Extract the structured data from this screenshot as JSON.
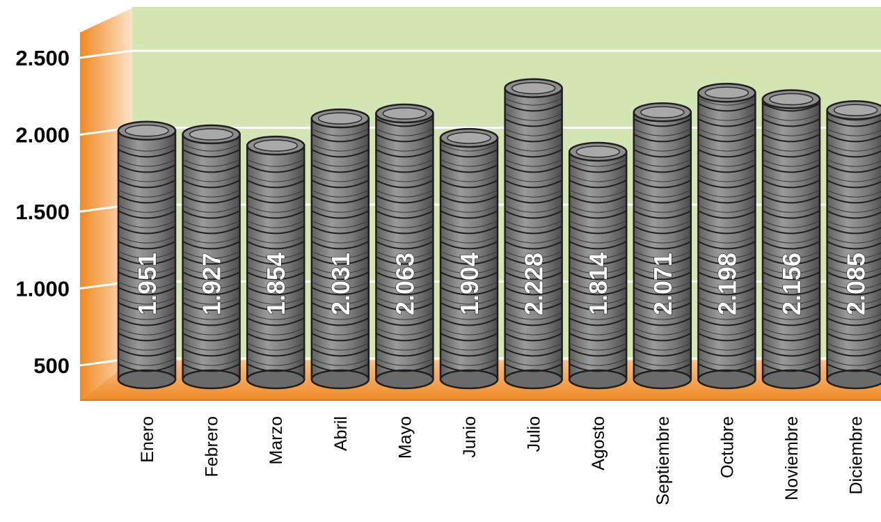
{
  "chart_data": {
    "type": "bar",
    "categories": [
      "Enero",
      "Febrero",
      "Marzo",
      "Abril",
      "Mayo",
      "Junio",
      "Julio",
      "Agosto",
      "Septiembre",
      "Octubre",
      "Noviembre",
      "Diciembre"
    ],
    "values": [
      1951,
      1927,
      1854,
      2031,
      2063,
      1904,
      2228,
      1814,
      2071,
      2198,
      2156,
      2085
    ],
    "value_labels": [
      "1.951",
      "1.927",
      "1.854",
      "2.031",
      "2.063",
      "1.904",
      "2.228",
      "1.814",
      "2.071",
      "2.198",
      "2.156",
      "2.085"
    ],
    "title": "",
    "xlabel": "",
    "ylabel": "",
    "yticks": [
      500,
      1000,
      1500,
      2000,
      2500
    ],
    "ytick_labels": [
      "500",
      "1.000",
      "1.500",
      "2.000",
      "2.500"
    ],
    "ylim": [
      250,
      2850
    ],
    "grid": true,
    "legend": "none",
    "colors": {
      "wall": "#d4e5b4",
      "floor": "#f29a3a",
      "side_wall": "#f6a55a",
      "coin_face": "#8c8c8c",
      "coin_rim": "#4f4f4f",
      "value_label": "#ffffff"
    }
  }
}
